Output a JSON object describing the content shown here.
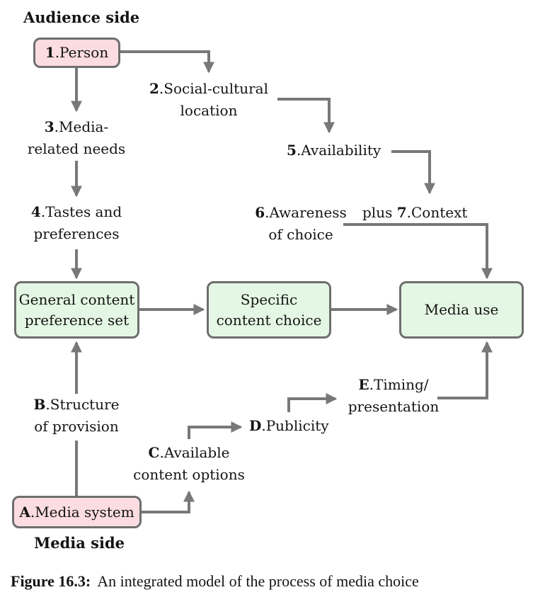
{
  "colors": {
    "pink": "#fbdce0",
    "green": "#e4f7e4",
    "border": "#6e6e6e",
    "arrow": "#787878",
    "text": "#141414"
  },
  "labels": {
    "audience_side": "Audience side",
    "media_side": "Media side"
  },
  "nodes": {
    "person": {
      "b": "1",
      "r": ".Person"
    },
    "social": {
      "l1b": "2",
      "l1r": ".Social-cultural",
      "l2": "location"
    },
    "needs": {
      "l1b": "3",
      "l1r": ".Media-",
      "l2": "related needs"
    },
    "tastes": {
      "l1b": "4",
      "l1r": ".Tastes and",
      "l2": "preferences"
    },
    "availability": {
      "b": "5",
      "r": ".Availability"
    },
    "awareness": {
      "l1b": "6",
      "l1r": ".Awareness",
      "l2": "of choice"
    },
    "context": {
      "pre": "plus ",
      "b": "7",
      "r": ".Context"
    },
    "general": {
      "l1": "General content",
      "l2": "preference set"
    },
    "specific": {
      "l1": "Specific",
      "l2": "content choice"
    },
    "media_use": "Media use",
    "structure": {
      "l1b": "B",
      "l1r": ".Structure",
      "l2": "of provision"
    },
    "media_system": {
      "b": "A",
      "r": ".Media system"
    },
    "available": {
      "l1b": "C",
      "l1r": ".Available",
      "l2": "content options"
    },
    "publicity": {
      "b": "D",
      "r": ".Publicity"
    },
    "timing": {
      "l1b": "E",
      "l1r": ".Timing/",
      "l2": "presentation"
    }
  },
  "caption": {
    "bold": "Figure 16.3:",
    "rest": "An integrated model of the process of media choice"
  }
}
